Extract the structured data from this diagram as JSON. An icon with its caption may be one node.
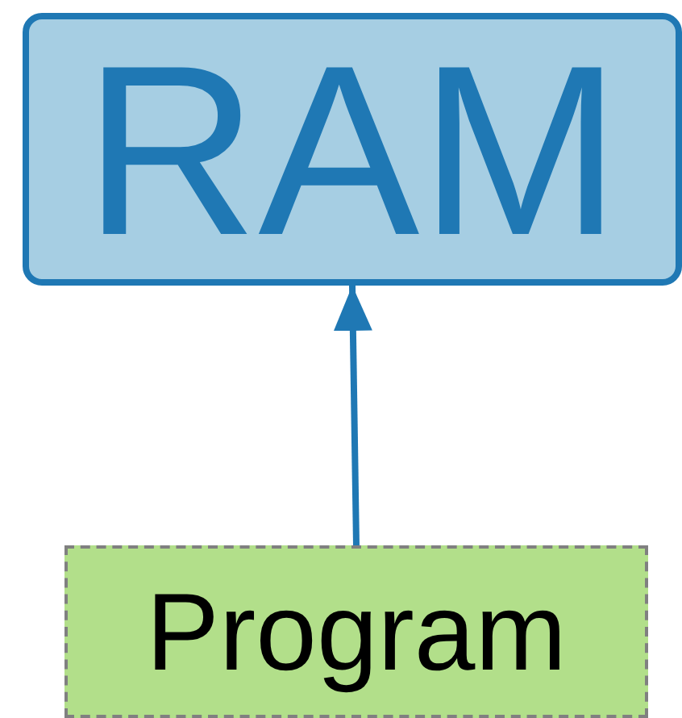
{
  "diagram": {
    "nodes": [
      {
        "text": [
          "RAM"
        ]
      },
      {
        "text": [
          "Program"
        ]
      }
    ],
    "edges": [
      {
        "from": 1,
        "to": 0,
        "arrow": "to"
      }
    ]
  }
}
